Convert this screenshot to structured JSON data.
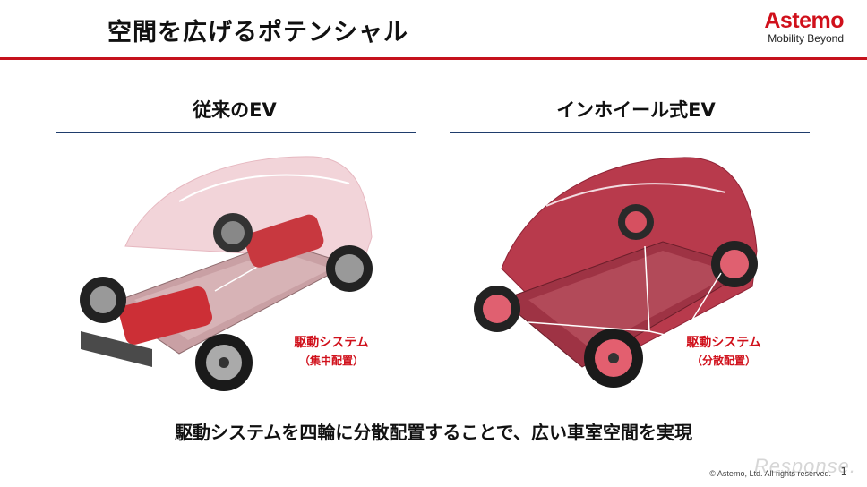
{
  "slide": {
    "title": "空間を広げるポテンシャル",
    "page_number": "1"
  },
  "brand": {
    "name": "Astemo",
    "tagline": "Mobility Beyond",
    "accent_color": "#d0101b"
  },
  "left_panel": {
    "heading": "従来のEV",
    "callout_main": "駆動システム",
    "callout_sub": "（集中配置）"
  },
  "right_panel": {
    "heading": "インホイール式EV",
    "callout_main": "駆動システム",
    "callout_sub": "（分散配置）"
  },
  "bottom_message": "駆動システムを四輪に分散配置することで、広い車室空間を実現",
  "footer": {
    "copyright": "© Astemo, Ltd. All rights reserved.",
    "watermark": "Response."
  }
}
